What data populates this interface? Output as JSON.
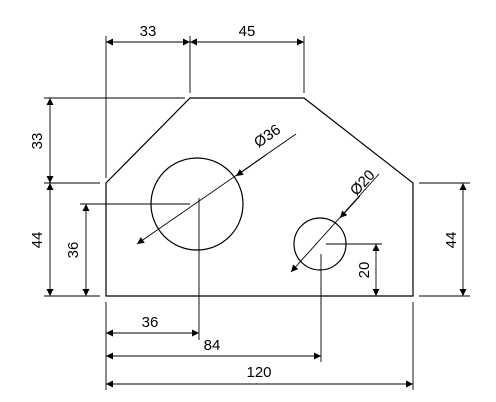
{
  "dimensions": {
    "top_left_width": "33",
    "top_right_width": "45",
    "left_upper_height": "33",
    "left_lower_height": "44",
    "right_height": "44",
    "big_hole_center_height": "36",
    "small_hole_center_height": "20",
    "big_hole_diameter": "Ø36",
    "small_hole_diameter": "Ø20",
    "big_hole_center_x": "36",
    "small_hole_center_x": "84",
    "overall_width": "120"
  }
}
